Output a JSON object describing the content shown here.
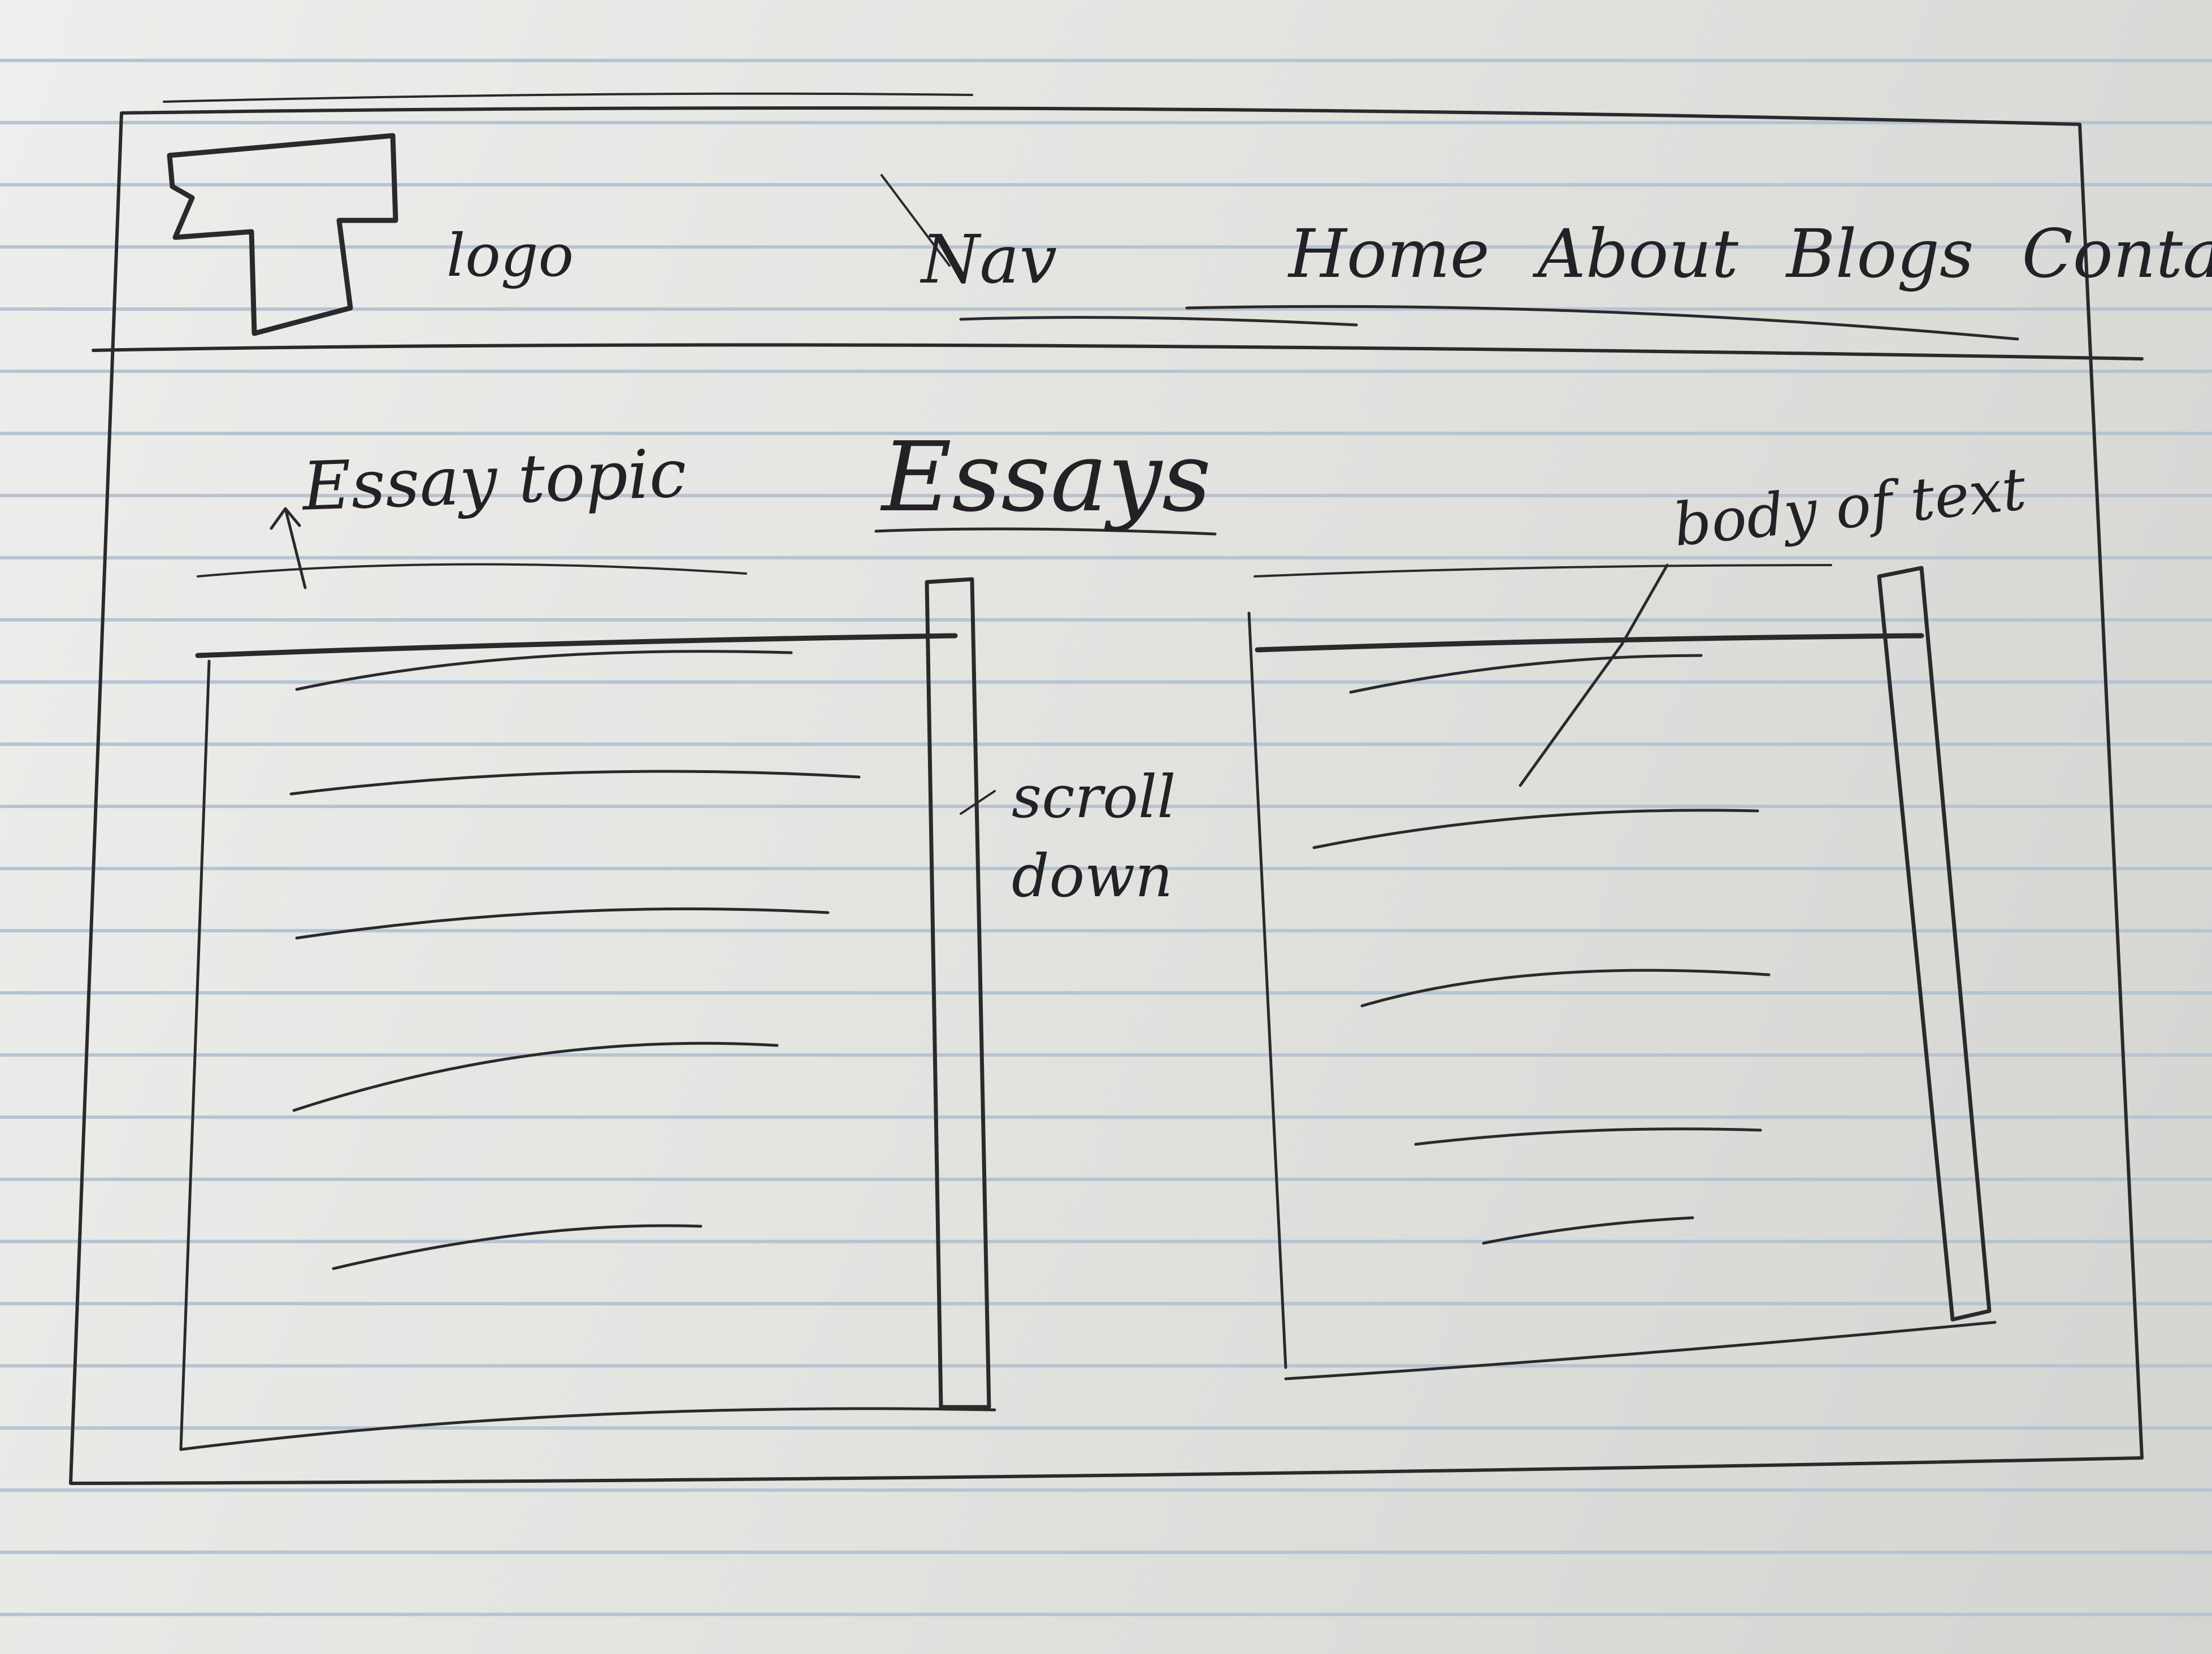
{
  "header": {
    "logo_glyph": "T",
    "logo_label": "logo",
    "nav_label": "Nav",
    "nav_items": [
      "Home",
      "About",
      "Blogs",
      "Contacts"
    ]
  },
  "main": {
    "title": "Essays",
    "left_panel_label": "Essay topic",
    "scroll_note": "scroll down",
    "right_panel_label": "body of text"
  },
  "colors": {
    "ink": "#2a2a2c",
    "paper": "#e8e8e6",
    "ruled_line": "#b6c4d2"
  }
}
